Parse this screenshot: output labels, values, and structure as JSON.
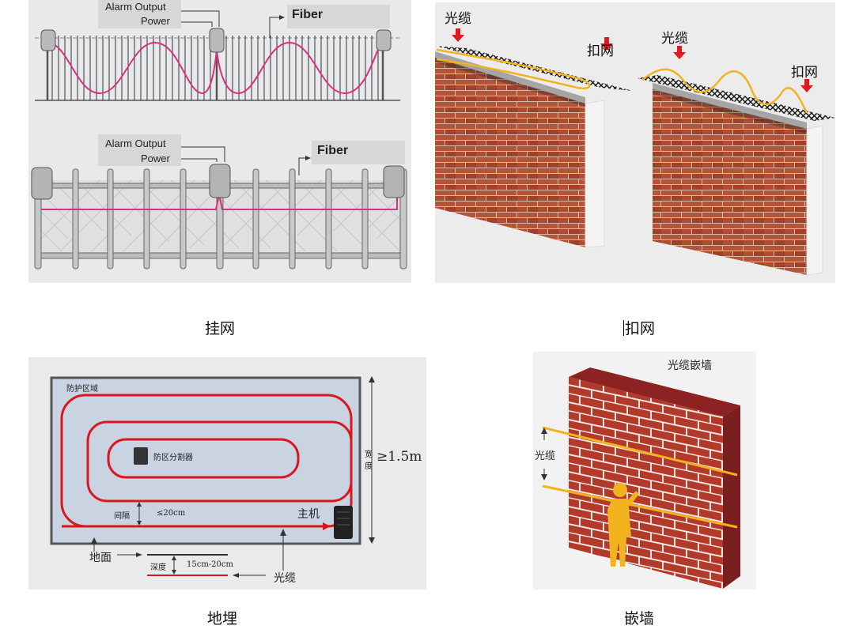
{
  "panels": {
    "hang": {
      "caption": "挂网",
      "top": {
        "alarm_output": "Alarm Output",
        "power": "Power",
        "fiber": "Fiber"
      },
      "bottom": {
        "alarm_output": "Alarm Output",
        "power": "Power",
        "fiber": "Fiber"
      }
    },
    "buckle": {
      "caption": "扣网",
      "left": {
        "cable": "光缆",
        "net": "扣网"
      },
      "right": {
        "cable": "光缆",
        "net": "扣网"
      }
    },
    "buried": {
      "caption": "地埋",
      "zone": "防护区域",
      "splitter": "防区分割器",
      "width_label_1": "宽",
      "width_label_2": "度",
      "width_value": "≥1.5m",
      "spacing": "间隔",
      "spacing_value": "≤20cm",
      "host": "主机",
      "ground": "地面",
      "depth": "深度",
      "depth_value": "15cm-20cm",
      "cable": "光缆"
    },
    "embed": {
      "caption": "嵌墙",
      "title": "光缆嵌墙",
      "cable": "光缆"
    }
  },
  "colors": {
    "fiber_pink": "#d9307f",
    "fiber_yellow": "#f3b31f",
    "arrow_red": "#e01b1b",
    "buried_red": "#d9171c",
    "brick": "#a9472d",
    "label_bg": "#d7d7d7"
  }
}
